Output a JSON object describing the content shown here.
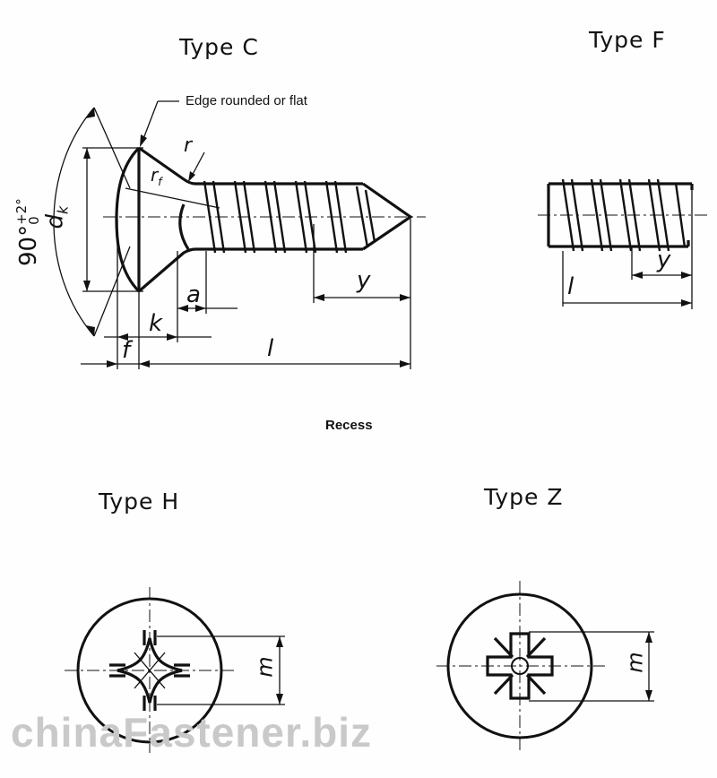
{
  "titles": {
    "type_c": "Type C",
    "type_f": "Type F",
    "recess": "Recess",
    "type_h": "Type H",
    "type_z": "Type Z"
  },
  "notes": {
    "edge": "Edge rounded or flat"
  },
  "dimensions": {
    "angle_main": "90°",
    "angle_tol_upper": "+2°",
    "angle_tol_lower": "0",
    "dk": "d",
    "dk_sub": "k",
    "rf": "r",
    "rf_sub": "f",
    "r": "r",
    "a": "a",
    "k": "k",
    "f": "f",
    "y_c": "y",
    "l_c": "l",
    "y_f": "y",
    "l_f": "l",
    "m_h": "m",
    "m_z": "m"
  },
  "watermark": "chinaFastener.biz"
}
